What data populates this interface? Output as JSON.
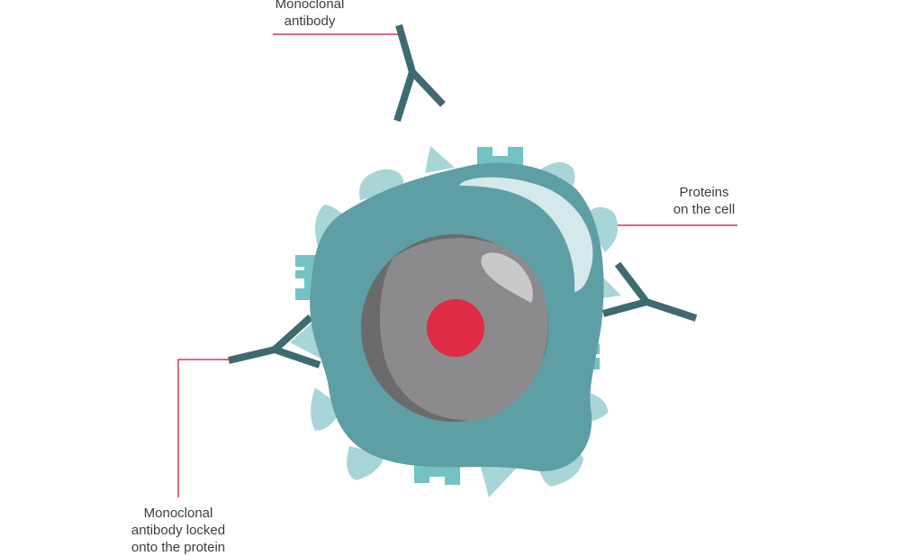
{
  "labels": {
    "monoclonal_antibody": [
      "Monoclonal",
      "antibody"
    ],
    "proteins_on_cell": [
      "Proteins",
      "on the cell"
    ],
    "antibody_locked": [
      "Monoclonal",
      "antibody locked",
      "onto the protein"
    ]
  },
  "colors": {
    "cell_body": "#5e9ea5",
    "protein_spike": "#a8d5d8",
    "protein_receptor": "#74c2c4",
    "antibody": "#3e6a70",
    "nucleus": "#8b8b8d",
    "nucleus_shadow": "#6b6b6c",
    "nucleolus": "#e02c44",
    "highlight": "#d5e9ea",
    "leader_line": "#d63a55",
    "label_text": "#3d3d3d"
  }
}
